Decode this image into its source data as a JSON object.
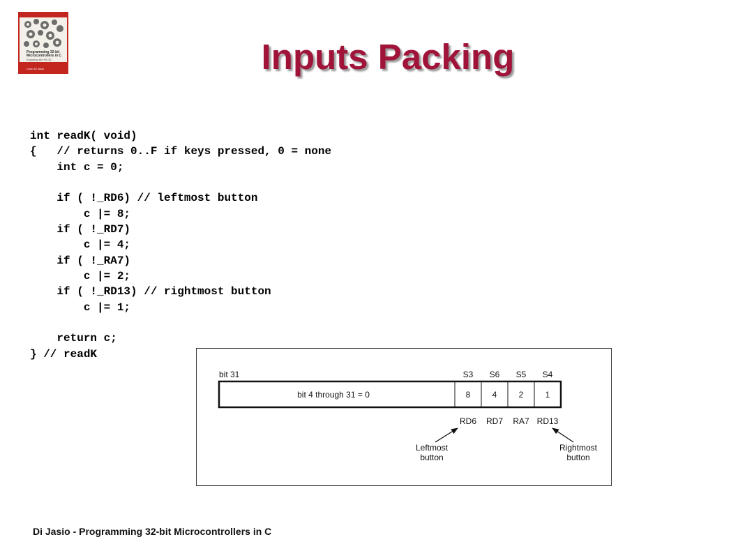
{
  "title": "Inputs Packing",
  "book_cover": {
    "title": "Programming 32-bit Microcontrollers in C",
    "subtitle": "Exploring the PIC32",
    "author": "Lucio Di Jasio"
  },
  "code_lines": [
    "int readK( void)",
    "{   // returns 0..F if keys pressed, 0 = none",
    "    int c = 0;",
    "",
    "    if ( !_RD6) // leftmost button",
    "        c |= 8;",
    "    if ( !_RD7)",
    "        c |= 4;",
    "    if ( !_RA7)",
    "        c |= 2;",
    "    if ( !_RD13) // rightmost button",
    "        c |= 1;",
    "",
    "    return c;",
    "} // readK"
  ],
  "diagram": {
    "msb_label": "bit 31",
    "wide_cell": "bit 4 through 31 = 0",
    "switches": [
      "S3",
      "S6",
      "S5",
      "S4"
    ],
    "values": [
      "8",
      "4",
      "2",
      "1"
    ],
    "pins": [
      "RD6",
      "RD7",
      "RA7",
      "RD13"
    ],
    "left_note_line1": "Leftmost",
    "left_note_line2": "button",
    "right_note_line1": "Rightmost",
    "right_note_line2": "button"
  },
  "footer": "Di Jasio - Programming 32-bit Microcontrollers in C"
}
